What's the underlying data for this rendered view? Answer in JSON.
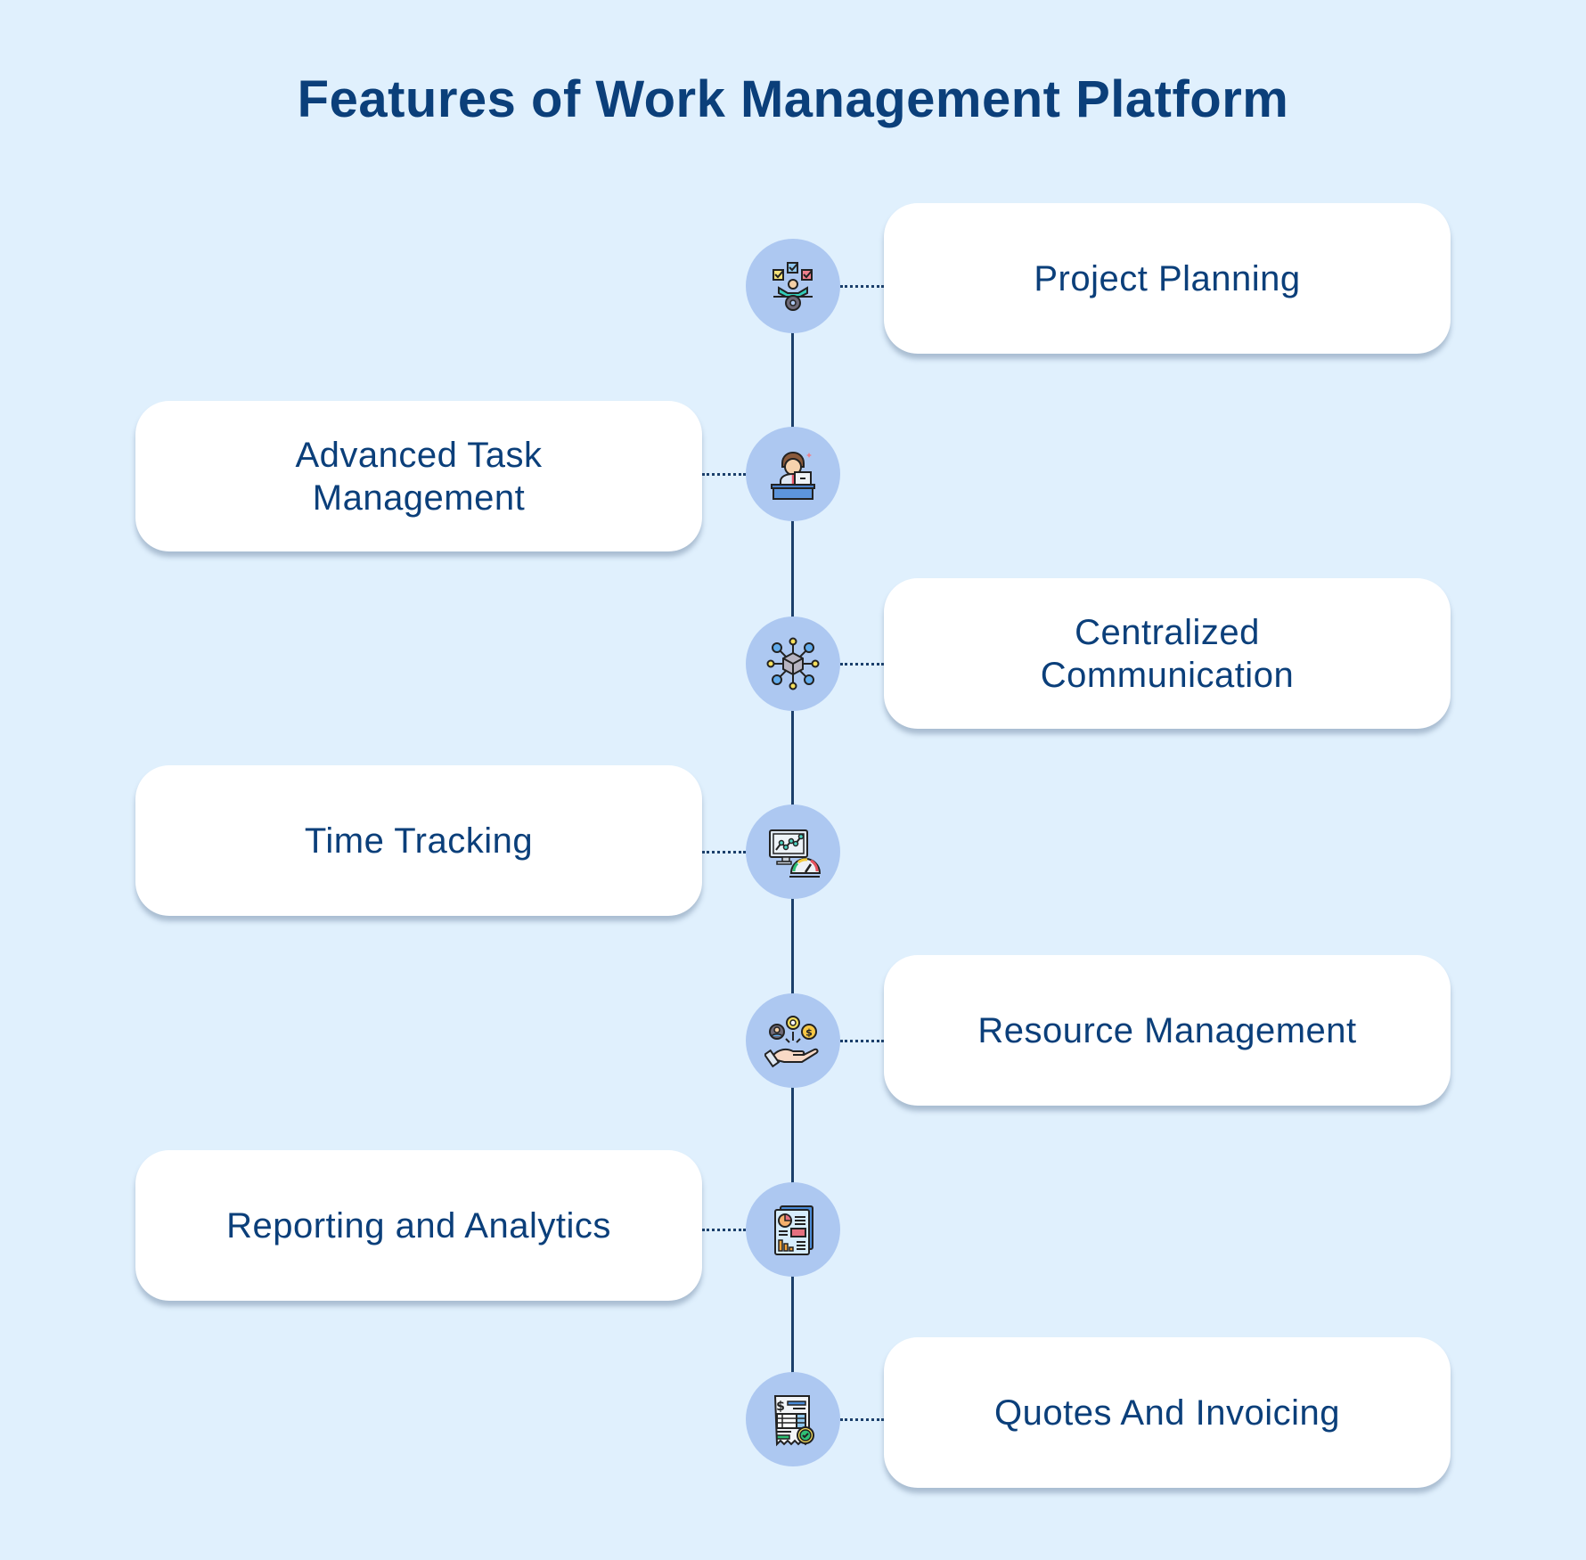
{
  "title": "Features of Work Management Platform",
  "colors": {
    "background": "#e0f0fd",
    "text": "#0b3f7a",
    "node_fill": "#adc8f1",
    "connector": "#1b3f6b",
    "card": "#ffffff"
  },
  "features": [
    {
      "label": "Project Planning",
      "side": "right",
      "icon": "project-planning-icon"
    },
    {
      "label": "Advanced Task\nManagement",
      "side": "left",
      "icon": "task-management-icon"
    },
    {
      "label": "Centralized\nCommunication",
      "side": "right",
      "icon": "network-hub-icon"
    },
    {
      "label": "Time Tracking",
      "side": "left",
      "icon": "monitor-gauge-icon"
    },
    {
      "label": "Resource Management",
      "side": "right",
      "icon": "resource-hand-icon"
    },
    {
      "label": "Reporting and Analytics",
      "side": "left",
      "icon": "report-document-icon"
    },
    {
      "label": "Quotes And Invoicing",
      "side": "right",
      "icon": "invoice-icon"
    }
  ]
}
